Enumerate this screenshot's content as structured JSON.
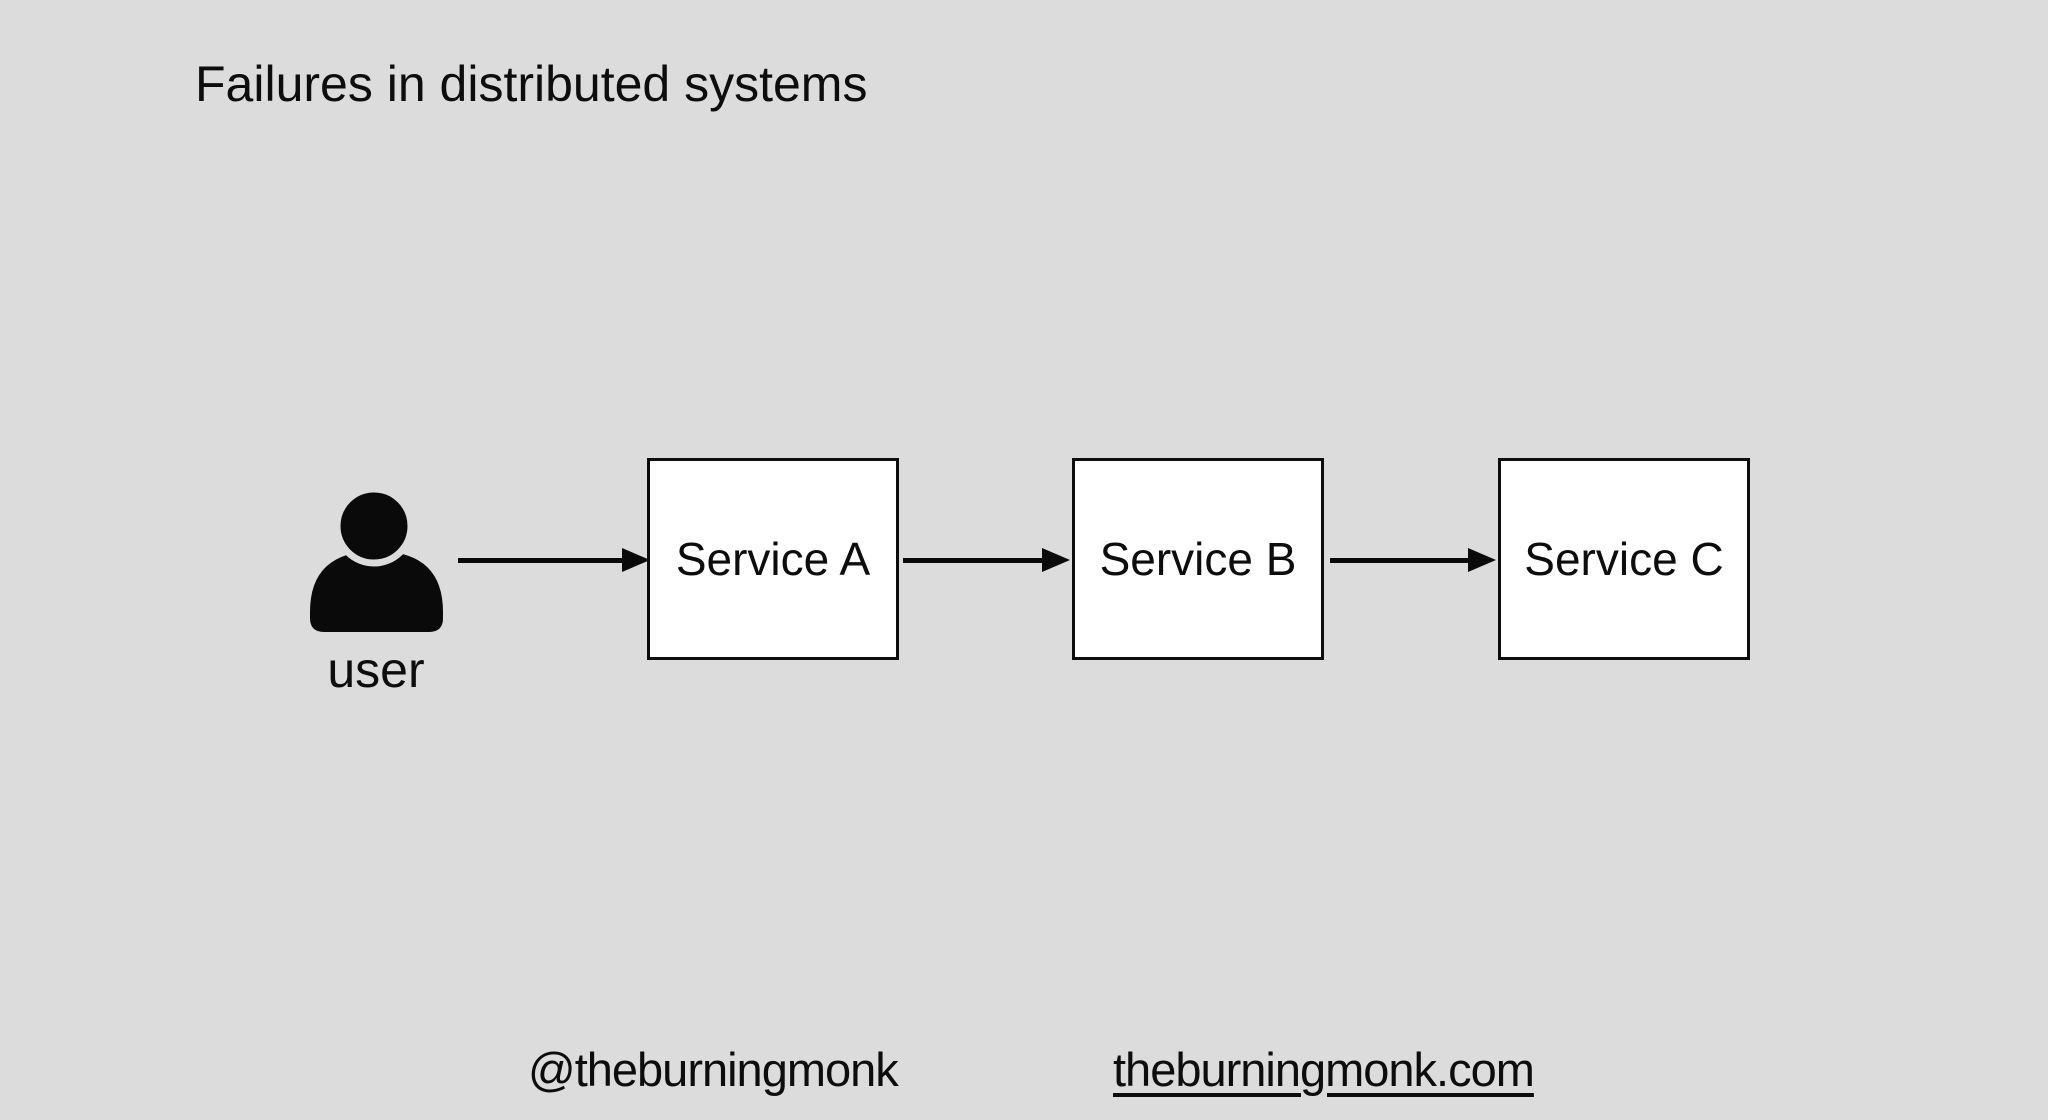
{
  "slide": {
    "title": "Failures in distributed systems",
    "background_color": "#dcdcdc",
    "text_color": "#0d0d0d",
    "node_fill": "#ffffff",
    "node_border_color": "#0d0d0d",
    "arrow_color": "#0a0a0a"
  },
  "diagram": {
    "user": {
      "label": "user",
      "icon": "person-icon"
    },
    "nodes": [
      {
        "id": "service-a",
        "label": "Service A"
      },
      {
        "id": "service-b",
        "label": "Service B"
      },
      {
        "id": "service-c",
        "label": "Service C"
      }
    ],
    "edges": [
      {
        "from": "user",
        "to": "service-a"
      },
      {
        "from": "service-a",
        "to": "service-b"
      },
      {
        "from": "service-b",
        "to": "service-c"
      }
    ]
  },
  "footer": {
    "handle": "@theburningmonk",
    "website": "theburningmonk.com"
  }
}
